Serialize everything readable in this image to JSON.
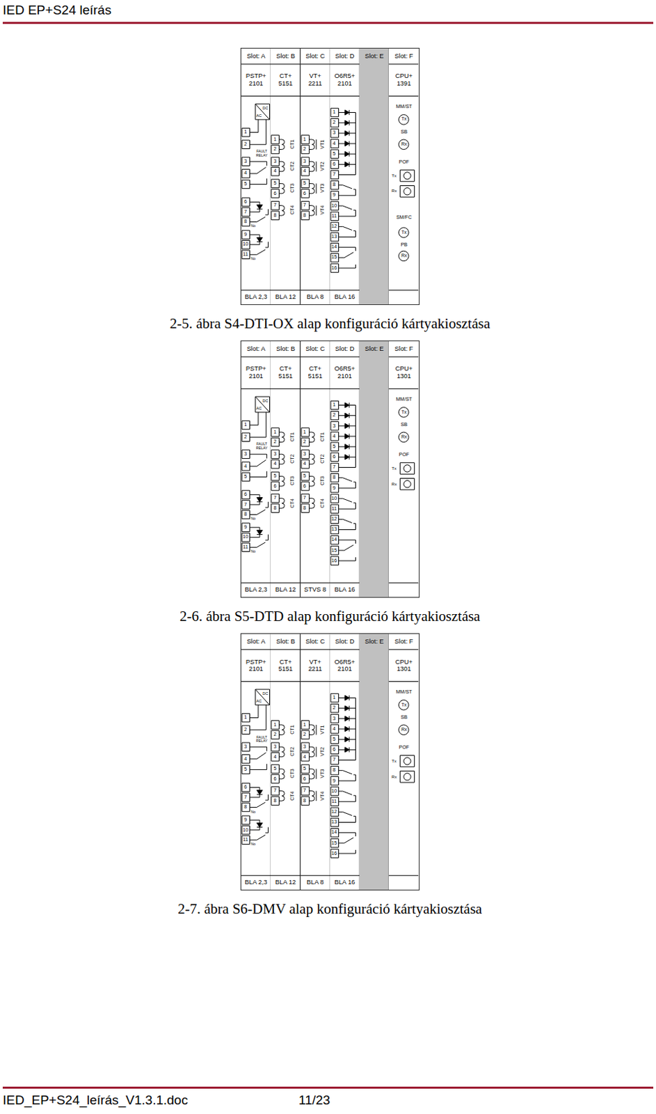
{
  "diagram": {
    "title": "IED EP+S24 leírás",
    "nodes": [
      {
        "text": [
          "2-5. ábra S4-DTI-OX alap konfiguráció kártyakiosztása"
        ]
      },
      {
        "text": [
          "Slot: A",
          "PSTP+ 2101",
          "DC",
          "AC",
          "1",
          "2",
          "FAULT RELAY",
          "3",
          "4",
          "5",
          "6",
          "7",
          "8",
          "No",
          "9",
          "10",
          "11",
          "No",
          "BLA 2,3"
        ],
        "in": 0
      },
      {
        "text": [
          "Slot: B",
          "CT+ 5151",
          "1",
          "2",
          "CT1",
          "3",
          "4",
          "CT2",
          "5",
          "6",
          "CT3",
          "7",
          "8",
          "CT4",
          "BLA 12"
        ],
        "in": 0
      },
      {
        "text": [
          "Slot: C",
          "VT+ 2211",
          "1",
          "2",
          "VT1",
          "3",
          "4",
          "VT2",
          "5",
          "6",
          "VT3",
          "7",
          "8",
          "VT4",
          "BLA 8"
        ],
        "in": 0
      },
      {
        "text": [
          "Slot: D",
          "O6R5+ 2101",
          "1",
          "2",
          "3",
          "4",
          "5",
          "6",
          "7",
          "8",
          "9",
          "10",
          "11",
          "12",
          "13",
          "14",
          "15",
          "16",
          "BLA 16"
        ],
        "in": 0
      },
      {
        "text": [
          "Slot: E"
        ],
        "in": 0
      },
      {
        "text": [
          "Slot: F",
          "CPU+ 1391",
          "MM/ST",
          "Tx",
          "SB",
          "Rx",
          "POF",
          "Tx",
          "Rx",
          "SM/FC",
          "Tx",
          "PB",
          "Rx"
        ],
        "in": 0
      },
      {
        "text": [
          "2-6. ábra S5-DTD alap konfiguráció kártyakiosztása"
        ]
      },
      {
        "text": [
          "Slot: A",
          "PSTP+ 2101",
          "DC",
          "AC",
          "1",
          "2",
          "FAULT RELAY",
          "3",
          "4",
          "5",
          "6",
          "7",
          "8",
          "No",
          "9",
          "10",
          "11",
          "No",
          "BLA 2,3"
        ],
        "in": 7
      },
      {
        "text": [
          "Slot: B",
          "CT+ 5151",
          "1",
          "2",
          "CT1",
          "3",
          "4",
          "CT2",
          "5",
          "6",
          "CT3",
          "7",
          "8",
          "CT4",
          "BLA 12"
        ],
        "in": 7
      },
      {
        "text": [
          "Slot: C",
          "CT+ 5151",
          "1",
          "2",
          "CT1",
          "3",
          "4",
          "CT2",
          "5",
          "6",
          "CT3",
          "7",
          "8",
          "CT4",
          "STVS 8"
        ],
        "in": 7
      },
      {
        "text": [
          "Slot: D",
          "O6R5+ 2101",
          "1",
          "2",
          "3",
          "4",
          "5",
          "6",
          "7",
          "8",
          "9",
          "10",
          "11",
          "12",
          "13",
          "14",
          "15",
          "16",
          "BLA 16"
        ],
        "in": 7
      },
      {
        "text": [
          "Slot: E"
        ],
        "in": 7
      },
      {
        "text": [
          "Slot: F",
          "CPU+ 1301",
          "MM/ST",
          "Tx",
          "SB",
          "Rx",
          "POF",
          "Tx",
          "Rx"
        ],
        "in": 7
      },
      {
        "text": [
          "2-7. ábra S6-DMV alap konfiguráció kártyakiosztása"
        ]
      },
      {
        "text": [
          "Slot: A",
          "PSTP+ 2101",
          "DC",
          "AC",
          "1",
          "2",
          "FAULT RELAY",
          "3",
          "4",
          "5",
          "6",
          "7",
          "8",
          "No",
          "9",
          "10",
          "11",
          "No",
          "BLA 2,3"
        ],
        "in": 14
      },
      {
        "text": [
          "Slot: B",
          "CT+ 5151",
          "1",
          "2",
          "CT1",
          "3",
          "4",
          "CT2",
          "5",
          "6",
          "CT3",
          "7",
          "8",
          "CT4",
          "BLA 12"
        ],
        "in": 14
      },
      {
        "text": [
          "Slot: C",
          "VT+ 2211",
          "1",
          "2",
          "VT1",
          "3",
          "4",
          "VT2",
          "5",
          "6",
          "VT3",
          "7",
          "8",
          "VT4",
          "BLA 8"
        ],
        "in": 14
      },
      {
        "text": [
          "Slot: D",
          "O6R5+ 2101",
          "1",
          "2",
          "3",
          "4",
          "5",
          "6",
          "7",
          "8",
          "9",
          "10",
          "11",
          "12",
          "13",
          "14",
          "15",
          "16",
          "BLA 16"
        ],
        "in": 14
      },
      {
        "text": [
          "Slot: E"
        ],
        "in": 14
      },
      {
        "text": [
          "Slot: F",
          "CPU+ 1301",
          "MM/ST",
          "Tx",
          "SB",
          "Rx",
          "POF",
          "Tx",
          "Rx"
        ],
        "in": 14
      }
    ],
    "labels": [
      "IED_EP+S24_leírás_V1.3.1.doc",
      "11/23"
    ]
  }
}
